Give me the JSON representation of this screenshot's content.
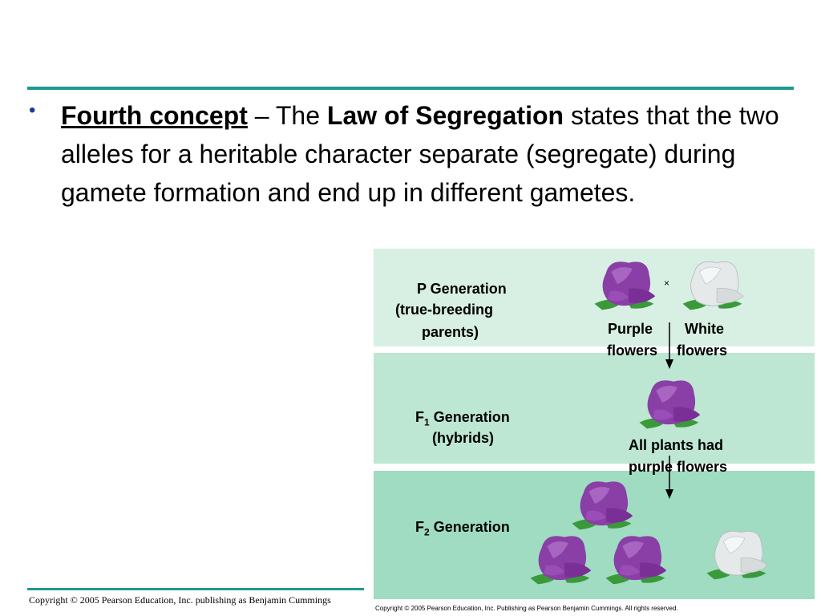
{
  "slide": {
    "bullet": {
      "lead": "Fourth concept",
      "dash_the": " – The ",
      "law": "Law of Segregation",
      "rest": " states that the two alleles for a heritable character separate (segregate) during gamete formation and end up in different gametes."
    },
    "copyright": "Copyright © 2005 Pearson Education, Inc. publishing as Benjamin Cummings"
  },
  "figure": {
    "p_generation": "P Generation",
    "p_sub1": "(true-breeding",
    "p_sub2": "parents)",
    "cross_symbol": "×",
    "purple_label_1": "Purple",
    "purple_label_2": "flowers",
    "white_label_1": "White",
    "white_label_2": "flowers",
    "f1_letter": "F",
    "f1_sub": "1",
    "f1_rest": " Generation",
    "f1_note": "(hybrids)",
    "f1_result_1": "All plants had",
    "f1_result_2": "purple flowers",
    "f2_letter": "F",
    "f2_sub": "2",
    "f2_rest": " Generation",
    "copyright": "Copyright © 2005 Pearson Education, Inc. Publishing as Pearson Benjamin Cummings. All rights reserved.",
    "colors": {
      "purple_flower": "#8a3fa6",
      "white_flower": "#e6e9ea",
      "leaf": "#3a9a3a",
      "band_p": "#d8f0e3",
      "band_f1": "#bde6d3",
      "band_f2": "#9fdcc2",
      "accent_rule": "#1a9b8f"
    }
  }
}
